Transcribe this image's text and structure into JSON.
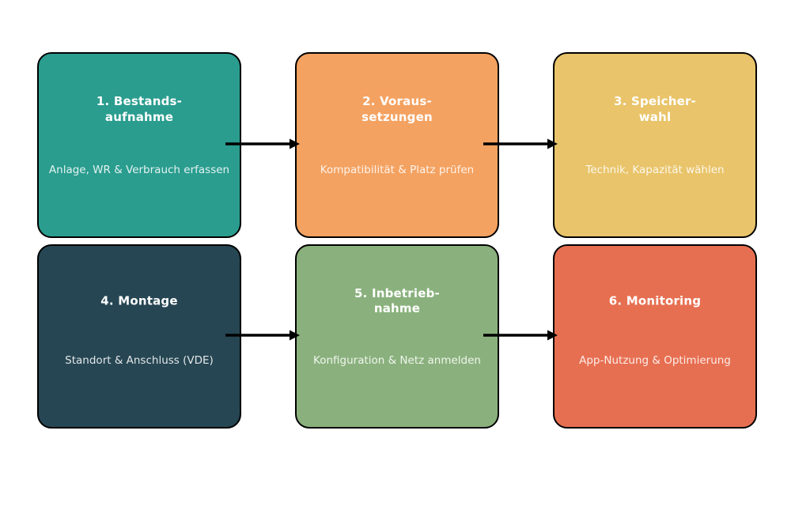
{
  "diagram": {
    "background": "#ffffff",
    "border_color": "#000000",
    "arrow_color": "#000000",
    "title_color": "#ffffff",
    "steps": [
      {
        "id": 1,
        "title": "1. Bestands-\naufnahme",
        "subtitle": "Anlage, WR & Verbrauch erfassen",
        "color": "#2a9d8f"
      },
      {
        "id": 2,
        "title": "2. Voraus-\nsetzungen",
        "subtitle": "Kompatibilität & Platz prüfen",
        "color": "#f4a261"
      },
      {
        "id": 3,
        "title": "3. Speicher-\nwahl",
        "subtitle": "Technik, Kapazität wählen",
        "color": "#e9c46a"
      },
      {
        "id": 4,
        "title": "4. Montage",
        "subtitle": "Standort & Anschluss (VDE)",
        "color": "#264653"
      },
      {
        "id": 5,
        "title": "5. Inbetrieb-\nnahme",
        "subtitle": "Konfiguration & Netz anmelden",
        "color": "#8ab17d"
      },
      {
        "id": 6,
        "title": "6. Monitoring",
        "subtitle": "App-Nutzung & Optimierung",
        "color": "#e76f51"
      }
    ],
    "arrows": [
      {
        "from": 1,
        "to": 2
      },
      {
        "from": 2,
        "to": 3
      },
      {
        "from": 4,
        "to": 5
      },
      {
        "from": 5,
        "to": 6
      }
    ]
  }
}
